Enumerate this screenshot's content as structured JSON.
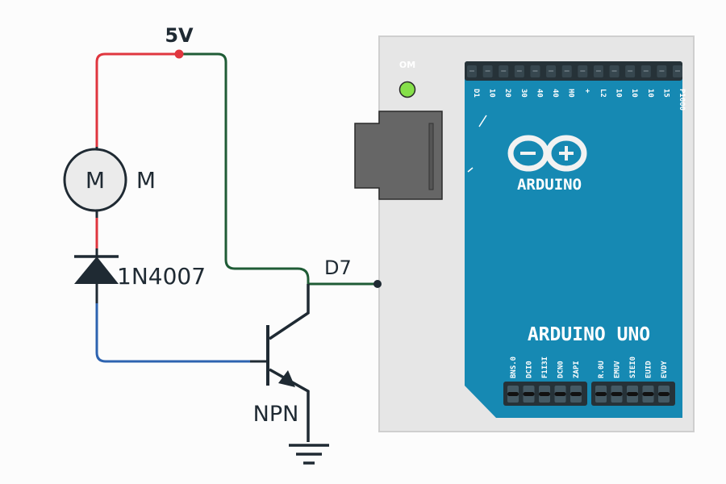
{
  "diagram": {
    "title": "Arduino NPN transistor motor driver",
    "colors": {
      "wire_power": "#e0363f",
      "wire_signal": "#1f5c36",
      "wire_base": "#2d63b0",
      "component": "#1f2a33",
      "board_bg": "#e6e6e6",
      "board_pcb": "#1689b3",
      "header": "#263238",
      "usb": "#666666",
      "led_on": "#86e04a"
    },
    "labels": {
      "supply": "5V",
      "motor_symbol": "M",
      "motor_name": "M",
      "diode": "1N4007",
      "transistor": "NPN",
      "signal_pin": "D7"
    },
    "board": {
      "power_led_label": "OM",
      "logo_text": "ARDUINO",
      "model_text": "ARDUINO UNO",
      "top_header_labels": [
        "D1",
        "10",
        "20",
        "30",
        "40",
        "40",
        "H0",
        "+",
        "L2",
        "10",
        "10",
        "10",
        "15",
        "P1000"
      ],
      "bottom_left_labels": [
        "BNS.0",
        "DCI0",
        "F1I3I",
        "DCN0",
        "ZAPI"
      ],
      "bottom_right_labels": [
        "R.0U",
        "EMUV",
        "SIEI0",
        "EUID",
        "EVDY"
      ]
    }
  }
}
